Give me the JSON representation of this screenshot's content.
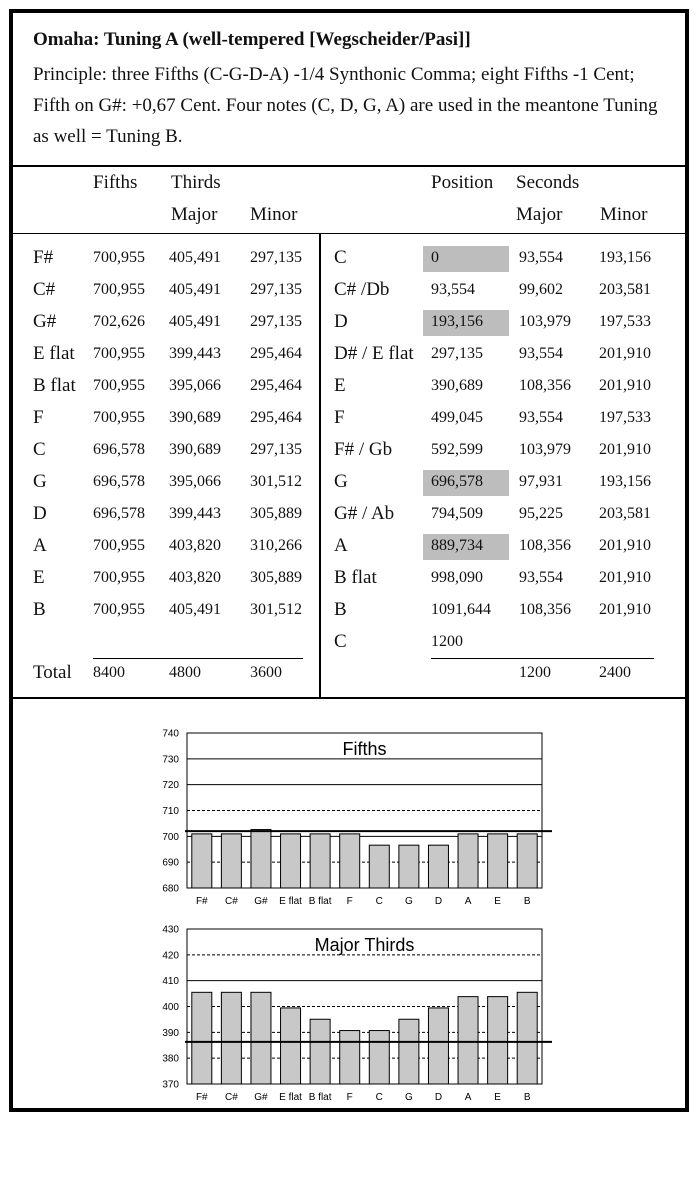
{
  "title": "Omaha: Tuning A (well-tempered [Wegscheider/Pasi]]",
  "description": "Principle: three Fifths (C-G-D-A) -1/4 Synthonic Comma; eight Fifths -1 Cent; Fifth on G#: +0,67 Cent. Four notes (C, D, G, A) are used in the meantone Tuning as well = Tuning B.",
  "left_headers": {
    "fifths": "Fifths",
    "thirds": "Thirds",
    "major": "Major",
    "minor": "Minor"
  },
  "right_headers": {
    "position": "Position",
    "seconds": "Seconds",
    "major": "Major",
    "minor": "Minor"
  },
  "left_rows": [
    {
      "note": "F#",
      "fifth": "700,955",
      "major": "405,491",
      "minor": "297,135"
    },
    {
      "note": "C#",
      "fifth": "700,955",
      "major": "405,491",
      "minor": "297,135"
    },
    {
      "note": "G#",
      "fifth": "702,626",
      "major": "405,491",
      "minor": "297,135"
    },
    {
      "note": "E flat",
      "fifth": "700,955",
      "major": "399,443",
      "minor": "295,464"
    },
    {
      "note": "B flat",
      "fifth": "700,955",
      "major": "395,066",
      "minor": "295,464"
    },
    {
      "note": "F",
      "fifth": "700,955",
      "major": "390,689",
      "minor": "295,464"
    },
    {
      "note": "C",
      "fifth": "696,578",
      "major": "390,689",
      "minor": "297,135"
    },
    {
      "note": "G",
      "fifth": "696,578",
      "major": "395,066",
      "minor": "301,512"
    },
    {
      "note": "D",
      "fifth": "696,578",
      "major": "399,443",
      "minor": "305,889"
    },
    {
      "note": "A",
      "fifth": "700,955",
      "major": "403,820",
      "minor": "310,266"
    },
    {
      "note": "E",
      "fifth": "700,955",
      "major": "403,820",
      "minor": "305,889"
    },
    {
      "note": "B",
      "fifth": "700,955",
      "major": "405,491",
      "minor": "301,512"
    }
  ],
  "left_total": {
    "label": "Total",
    "fifths": "8400",
    "major": "4800",
    "minor": "3600"
  },
  "right_rows": [
    {
      "note": "C",
      "position": "0",
      "major": "93,554",
      "minor": "193,156",
      "highlight": true
    },
    {
      "note": "C# /Db",
      "position": "93,554",
      "major": "99,602",
      "minor": "203,581",
      "highlight": false
    },
    {
      "note": "D",
      "position": "193,156",
      "major": "103,979",
      "minor": "197,533",
      "highlight": true
    },
    {
      "note": "D# / E flat",
      "position": "297,135",
      "major": "93,554",
      "minor": "201,910",
      "highlight": false
    },
    {
      "note": "E",
      "position": "390,689",
      "major": "108,356",
      "minor": "201,910",
      "highlight": false
    },
    {
      "note": "F",
      "position": "499,045",
      "major": "93,554",
      "minor": "197,533",
      "highlight": false
    },
    {
      "note": "F# / Gb",
      "position": "592,599",
      "major": "103,979",
      "minor": "201,910",
      "highlight": false
    },
    {
      "note": "G",
      "position": "696,578",
      "major": "97,931",
      "minor": "193,156",
      "highlight": true
    },
    {
      "note": "G# / Ab",
      "position": "794,509",
      "major": "95,225",
      "minor": "203,581",
      "highlight": false
    },
    {
      "note": "A",
      "position": "889,734",
      "major": "108,356",
      "minor": "201,910",
      "highlight": true
    },
    {
      "note": "B flat",
      "position": "998,090",
      "major": "93,554",
      "minor": "201,910",
      "highlight": false
    },
    {
      "note": "B",
      "position": "1091,644",
      "major": "108,356",
      "minor": "201,910",
      "highlight": false
    },
    {
      "note": "C",
      "position": "1200",
      "major": "",
      "minor": "",
      "highlight": false
    }
  ],
  "right_total": {
    "major": "1200",
    "minor": "2400"
  },
  "highlight_color": "#bdbdbd",
  "chart_data": [
    {
      "type": "bar",
      "title": "Fifths",
      "categories": [
        "F#",
        "C#",
        "G#",
        "E flat",
        "B flat",
        "F",
        "C",
        "G",
        "D",
        "A",
        "E",
        "B"
      ],
      "values": [
        700.955,
        700.955,
        702.626,
        700.955,
        700.955,
        700.955,
        696.578,
        696.578,
        696.578,
        700.955,
        700.955,
        700.955
      ],
      "ylim": [
        680,
        740
      ],
      "yticks": [
        680,
        690,
        700,
        710,
        720,
        730,
        740
      ],
      "reference_line": 702,
      "bar_color": "#c8c8c8"
    },
    {
      "type": "bar",
      "title": "Major Thirds",
      "categories": [
        "F#",
        "C#",
        "G#",
        "E flat",
        "B flat",
        "F",
        "C",
        "G",
        "D",
        "A",
        "E",
        "B"
      ],
      "values": [
        405.491,
        405.491,
        405.491,
        399.443,
        395.066,
        390.689,
        390.689,
        395.066,
        399.443,
        403.82,
        403.82,
        405.491
      ],
      "ylim": [
        370,
        430
      ],
      "yticks": [
        370,
        380,
        390,
        400,
        410,
        420,
        430
      ],
      "reference_line": 386.3,
      "bar_color": "#c8c8c8"
    }
  ]
}
